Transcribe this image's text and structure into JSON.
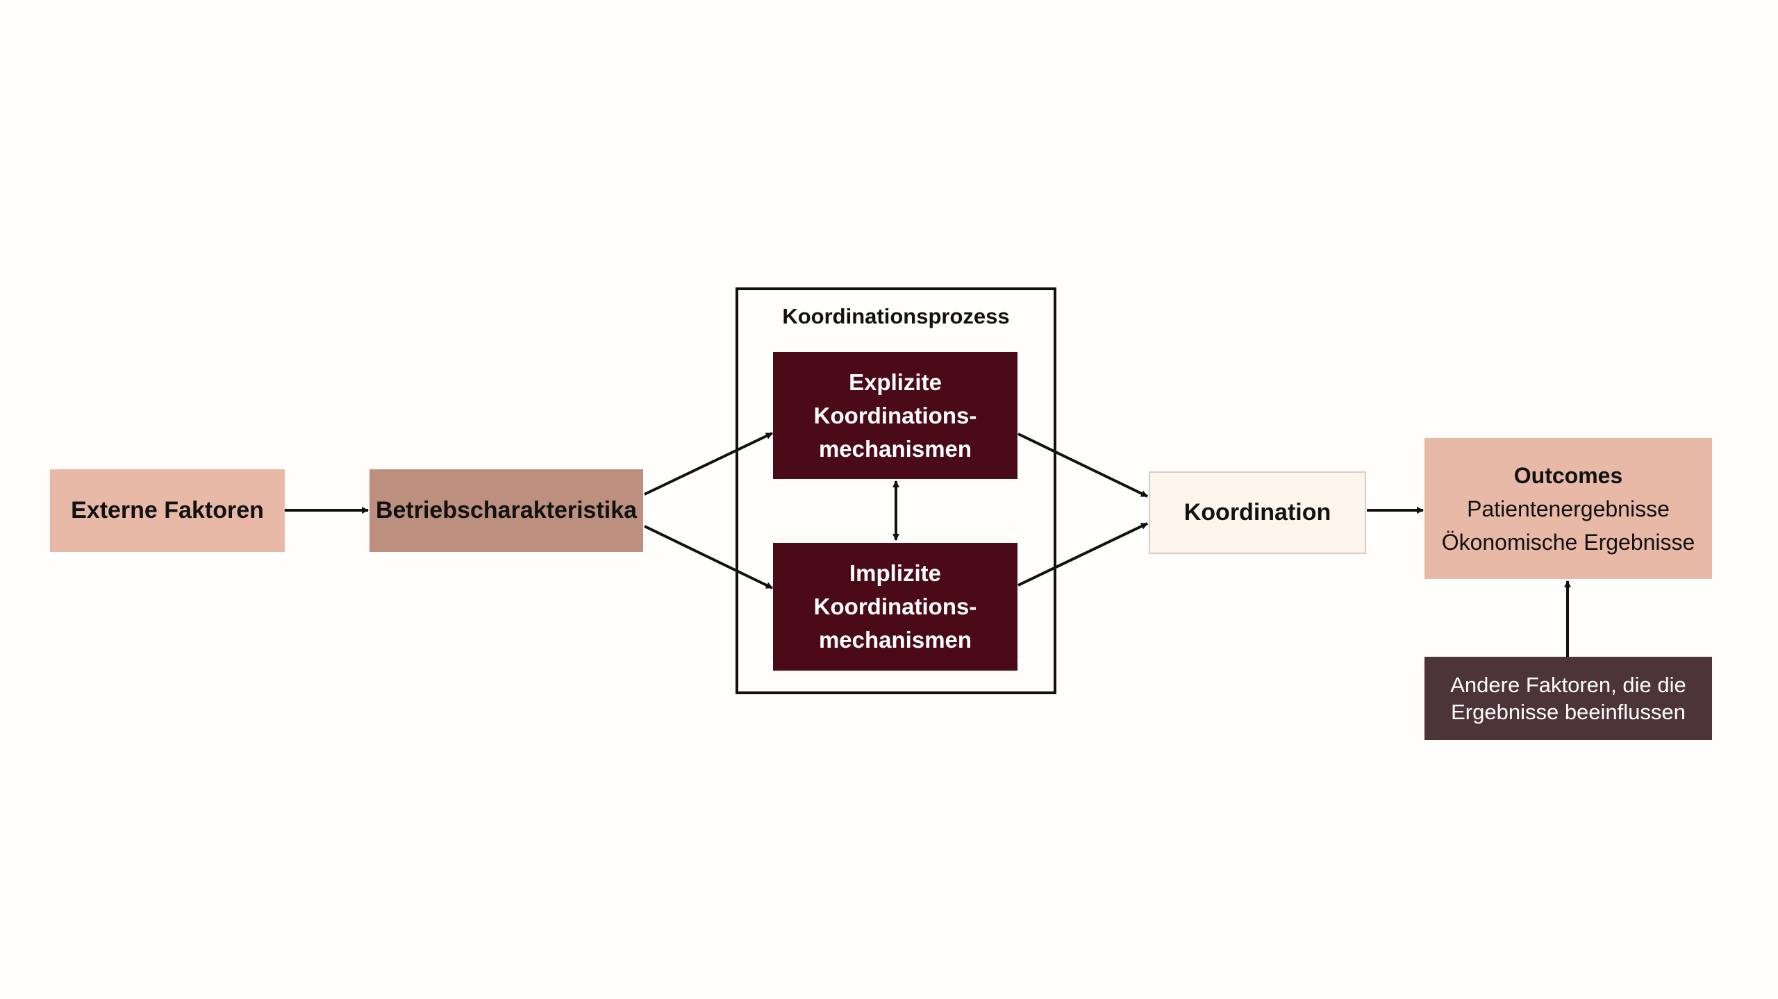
{
  "diagram": {
    "nodes": {
      "externe_faktoren": {
        "label": "Externe Faktoren",
        "color": "#e8b9a6"
      },
      "betriebscharakteristika": {
        "label": "Betriebscharakteristika",
        "color": "#bc8f7f"
      },
      "koordinationsprozess": {
        "title": "Koordinationsprozess",
        "explizite": {
          "lines": [
            "Explizite",
            "Koordinations-",
            "mechanismen"
          ],
          "color": "#4a0a17"
        },
        "implizite": {
          "lines": [
            "Implizite",
            "Koordinations-",
            "mechanismen"
          ],
          "color": "#4a0a17"
        }
      },
      "koordination": {
        "label": "Koordination",
        "color": "#fdf4ec"
      },
      "outcomes": {
        "title": "Outcomes",
        "items": [
          "Patientenergebnisse",
          "Ökonomische Ergebnisse"
        ],
        "color": "#e8b9a6"
      },
      "andere_faktoren": {
        "lines": [
          "Andere Faktoren, die die",
          "Ergebnisse beeinflussen"
        ],
        "color": "#4d3436"
      }
    },
    "edges": [
      {
        "from": "externe_faktoren",
        "to": "betriebscharakteristika"
      },
      {
        "from": "betriebscharakteristika",
        "to": "explizite"
      },
      {
        "from": "betriebscharakteristika",
        "to": "implizite"
      },
      {
        "from": "explizite",
        "to": "implizite",
        "bidirectional": true
      },
      {
        "from": "explizite",
        "to": "koordination"
      },
      {
        "from": "implizite",
        "to": "koordination"
      },
      {
        "from": "koordination",
        "to": "outcomes"
      },
      {
        "from": "andere_faktoren",
        "to": "outcomes"
      }
    ]
  }
}
